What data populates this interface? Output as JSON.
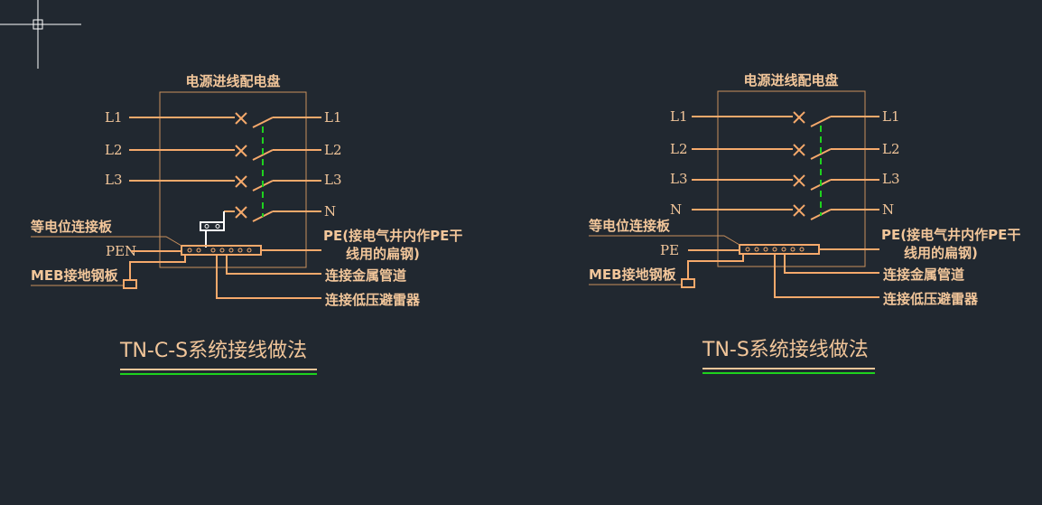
{
  "diagrams": [
    {
      "panel_title": "电源进线配电盘",
      "left_phases": [
        "L1",
        "L2",
        "L3"
      ],
      "right_phases": [
        "L1",
        "L2",
        "L3",
        "N"
      ],
      "bonding_board_label": "等电位连接板",
      "bus_label": "PEN",
      "meb_label": "MEB接地钢板",
      "pe_label_line1": "PE(接电气井内作PE干",
      "pe_label_line2": "线用的扁钢)",
      "metal_pipe_label": "连接金属管道",
      "spd_label": "连接低压避雷器",
      "caption": "TN-C-S系统接线做法"
    },
    {
      "panel_title": "电源进线配电盘",
      "left_phases": [
        "L1",
        "L2",
        "L3",
        "N"
      ],
      "right_phases": [
        "L1",
        "L2",
        "L3",
        "N"
      ],
      "bonding_board_label": "等电位连接板",
      "bus_label": "PE",
      "meb_label": "MEB接地钢板",
      "pe_label_line1": "PE(接电气井内作PE干",
      "pe_label_line2": "线用的扁钢)",
      "metal_pipe_label": "连接金属管道",
      "spd_label": "连接低压避雷器",
      "caption": "TN-S系统接线做法"
    }
  ],
  "colors": {
    "background": "#212830",
    "line": "#f5a96b",
    "text": "#f2c69a",
    "interlock": "#1ed21e",
    "cursor": "#ffffff"
  },
  "icons": [
    "crosshair-cursor-icon",
    "breaker-cross-icon"
  ]
}
